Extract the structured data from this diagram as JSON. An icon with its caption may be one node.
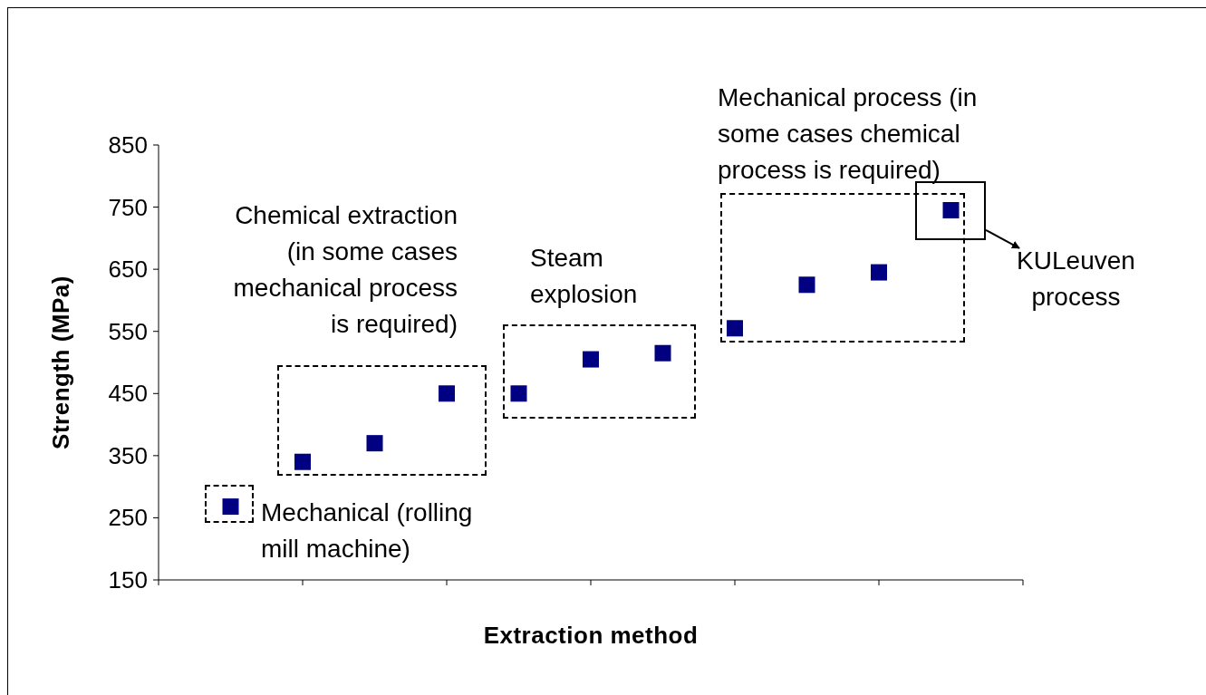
{
  "diagram": {
    "nodes": [
      {
        "text": [
          "Mechanical (rolling mill machine)"
        ]
      },
      {
        "text": [
          "Chemical extraction (in some cases mechanical process is required)"
        ]
      },
      {
        "text": [
          "Steam explosion"
        ]
      },
      {
        "text": [
          "Mechanical process (in some cases chemical process is required)"
        ]
      },
      {
        "text": [],
        "shape": "box"
      },
      {
        "text": [
          "KULeuven process"
        ]
      }
    ],
    "edges": [
      {
        "from": 4,
        "to": 5,
        "arrow": "to"
      }
    ],
    "chart_data": {
      "type": "scatter",
      "xlabel": "Extraction method",
      "ylabel": "Strength (MPa)",
      "categories": [
        null,
        null,
        null,
        null,
        null,
        null,
        null,
        null,
        null,
        null,
        null
      ],
      "series": [
        {
          "color": "#000080",
          "values": [
            268,
            340,
            370,
            450,
            450,
            505,
            515,
            555,
            625,
            645,
            745
          ]
        }
      ],
      "ylim": [
        150,
        850
      ],
      "yticks": [
        150,
        250,
        350,
        450,
        550,
        650,
        750,
        850
      ]
    }
  }
}
